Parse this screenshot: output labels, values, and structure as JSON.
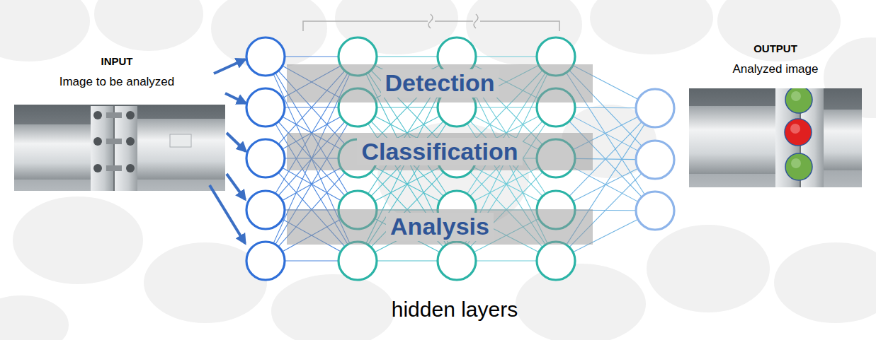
{
  "diagram": {
    "nodes": [
      {
        "text": [
          "Detection"
        ]
      },
      {
        "text": [
          "Classification"
        ]
      },
      {
        "text": [
          "Analysis"
        ]
      }
    ],
    "labels": [
      "INPUT",
      "Image to be analyzed",
      "OUTPUT",
      "Analyzed image",
      "hidden layers"
    ]
  }
}
